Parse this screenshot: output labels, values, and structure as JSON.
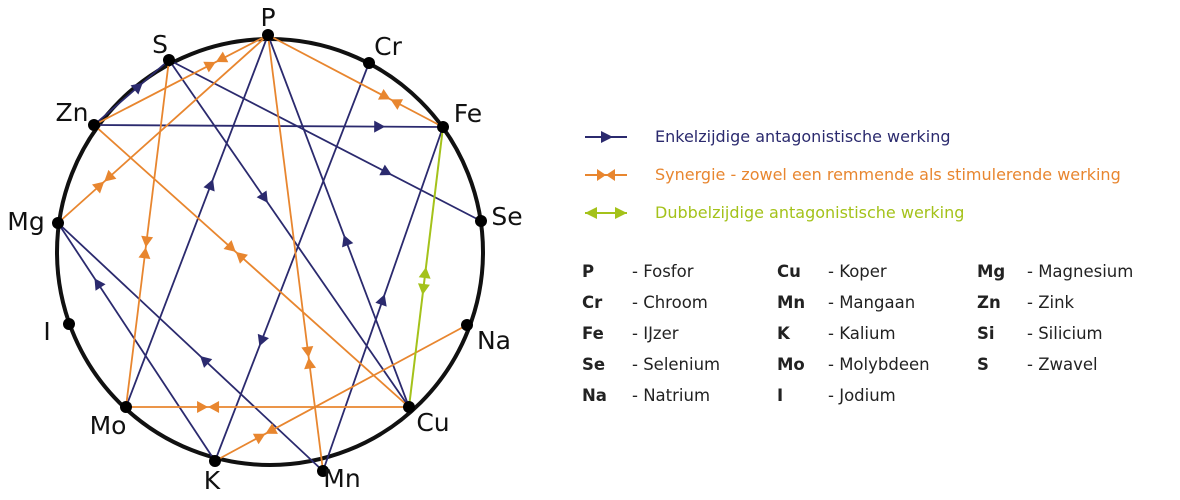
{
  "colors": {
    "one_way": "#2b2a6e",
    "synergy": "#e8862f",
    "two_way": "#a4c21a",
    "circle": "#111111"
  },
  "nodes": [
    "P",
    "S",
    "Cr",
    "Zn",
    "Fe",
    "Mg",
    "Se",
    "I",
    "Na",
    "Mo",
    "Cu",
    "K",
    "Mn"
  ],
  "connections": [
    {
      "from": "Zn",
      "to": "S",
      "type": "one_way"
    },
    {
      "from": "Zn",
      "to": "Fe",
      "type": "one_way"
    },
    {
      "from": "S",
      "to": "Se",
      "type": "one_way"
    },
    {
      "from": "S",
      "to": "Cu",
      "type": "one_way"
    },
    {
      "from": "Mo",
      "to": "P",
      "type": "one_way"
    },
    {
      "from": "Cr",
      "to": "K",
      "type": "one_way"
    },
    {
      "from": "Cu",
      "to": "P",
      "type": "one_way"
    },
    {
      "from": "Mn",
      "to": "Fe",
      "type": "one_way"
    },
    {
      "from": "K",
      "to": "Mg",
      "type": "one_way"
    },
    {
      "from": "Mn",
      "to": "Mg",
      "type": "one_way"
    },
    {
      "from": "Zn",
      "to": "P",
      "type": "synergy"
    },
    {
      "from": "P",
      "to": "Mg",
      "type": "synergy"
    },
    {
      "from": "P",
      "to": "Fe",
      "type": "synergy"
    },
    {
      "from": "S",
      "to": "Mo",
      "type": "synergy"
    },
    {
      "from": "Zn",
      "to": "Cu",
      "type": "synergy"
    },
    {
      "from": "P",
      "to": "Mn",
      "type": "synergy"
    },
    {
      "from": "Mo",
      "to": "Cu",
      "type": "synergy"
    },
    {
      "from": "K",
      "to": "Na",
      "type": "synergy"
    },
    {
      "from": "Fe",
      "to": "Cu",
      "type": "two_way"
    }
  ],
  "legend": [
    {
      "type": "one_way",
      "label": "Enkelzijdige antagonistische werking"
    },
    {
      "type": "synergy",
      "label": "Synergie - zowel een remmende als stimulerende werking"
    },
    {
      "type": "two_way",
      "label": "Dubbelzijdige antagonistische werking"
    }
  ],
  "elements": [
    [
      {
        "symbol": "P",
        "name": "- Fosfor"
      },
      {
        "symbol": "Cr",
        "name": "- Chroom"
      },
      {
        "symbol": "Fe",
        "name": "- IJzer"
      },
      {
        "symbol": "Se",
        "name": "- Selenium"
      },
      {
        "symbol": "Na",
        "name": "- Natrium"
      }
    ],
    [
      {
        "symbol": "Cu",
        "name": "- Koper"
      },
      {
        "symbol": "Mn",
        "name": "- Mangaan"
      },
      {
        "symbol": "K",
        "name": "- Kalium"
      },
      {
        "symbol": "Mo",
        "name": "- Molybdeen"
      },
      {
        "symbol": "I",
        "name": "- Jodium"
      }
    ],
    [
      {
        "symbol": "Mg",
        "name": "- Magnesium"
      },
      {
        "symbol": "Zn",
        "name": "- Zink"
      },
      {
        "symbol": "Si",
        "name": "- Silicium"
      },
      {
        "symbol": "S",
        "name": "- Zwavel"
      }
    ]
  ]
}
